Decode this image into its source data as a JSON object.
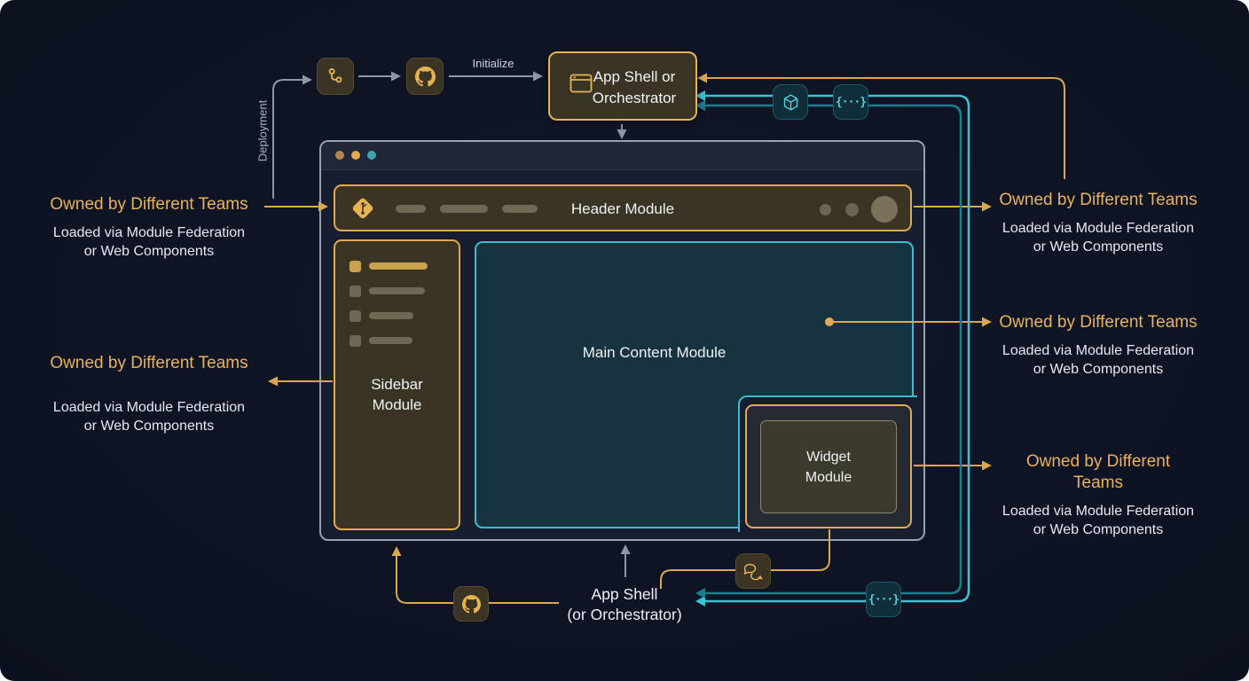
{
  "top": {
    "deployment_label": "Deployment",
    "initialize_label": "Initialize",
    "app_shell_label": "App Shell or\nOrchestrator"
  },
  "window": {
    "header_label": "Header Module",
    "sidebar_label": "Sidebar\nModule",
    "main_label": "Main Content Module",
    "widget_label": "Widget\nModule",
    "traffic_light_colors": [
      "#b9854e",
      "#e2a94f",
      "#3fa3ab"
    ]
  },
  "bottom": {
    "app_shell_label": "App Shell\n(or Orchestrator)"
  },
  "annotations": {
    "left": [
      {
        "title": "Owned by Different Teams",
        "subtitle": "Loaded via Module Federation\nor Web Components"
      },
      {
        "title": "Owned by Different Teams",
        "subtitle": "Loaded via Module Federation\nor Web Components"
      }
    ],
    "right": [
      {
        "title": "Owned by Different Teams",
        "subtitle": "Loaded via Module Federation\nor Web Components"
      },
      {
        "title": "Owned by Different Teams",
        "subtitle": "Loaded via Module Federation\nor Web Components"
      },
      {
        "title": "Owned by Different\nTeams",
        "subtitle": "Loaded via Module Federation\nor Web Components"
      }
    ]
  },
  "icons": {
    "braces_glyph": "{···}",
    "names": [
      "git-branch-icon",
      "github-icon",
      "browser-window-icon",
      "git-logo-icon",
      "package-icon",
      "code-braces-icon",
      "chat-bubbles-icon"
    ]
  },
  "colors": {
    "accent_gold": "#e3aa52",
    "accent_teal": "#3cc3d2",
    "window_frame": "#97a1b4",
    "annotation_title": "#e9b357",
    "annotation_text": "#e6e9f1"
  }
}
